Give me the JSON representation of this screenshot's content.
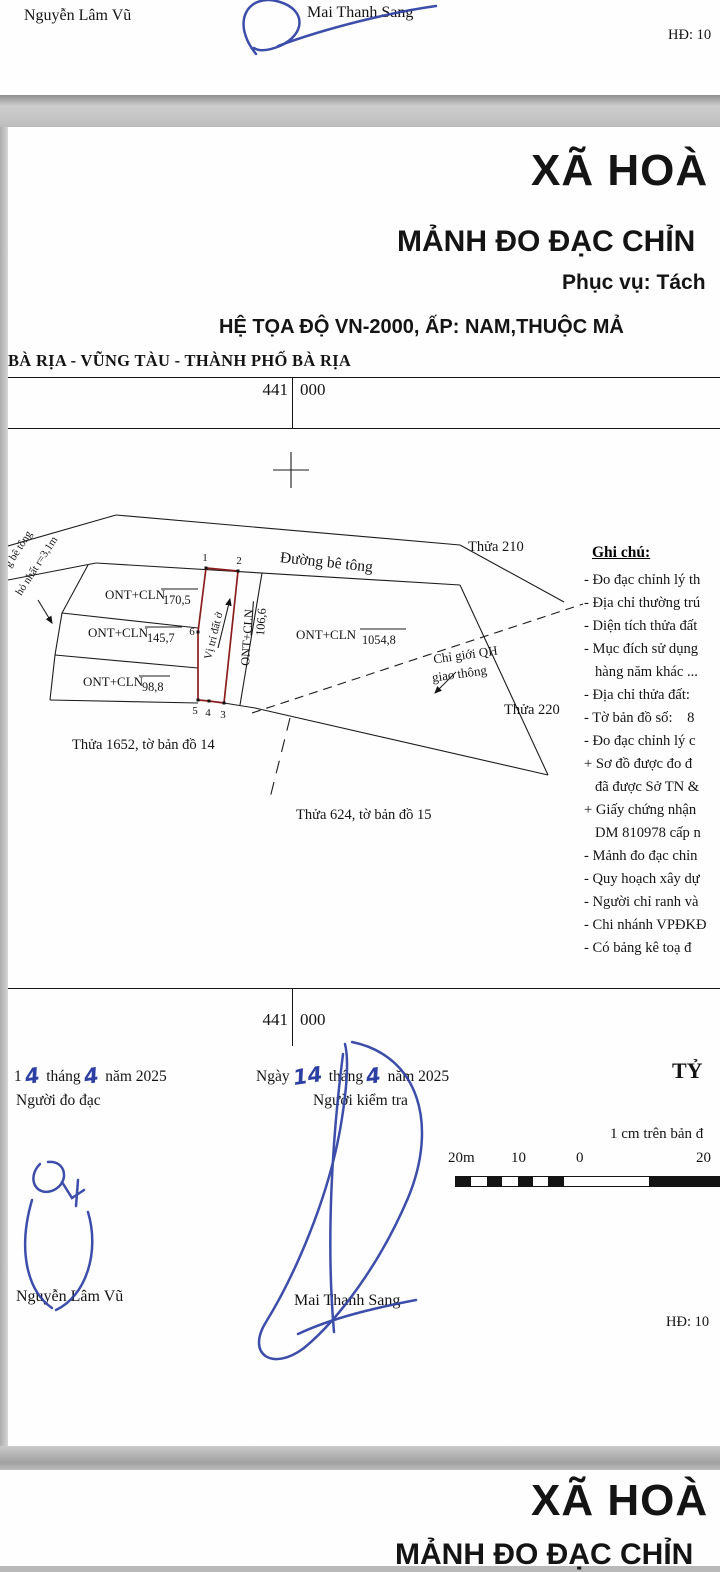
{
  "page1": {
    "name_left": "Nguyễn Lâm Vũ",
    "name_mid": "Mai Thanh Sang",
    "hd": "HĐ: 10"
  },
  "header": {
    "commune": "XÃ HOÀ",
    "title": "MẢNH ĐO ĐẠC CHỈN",
    "purpose": "Phục vụ: Tách",
    "coord_system": "HỆ TỌA ĐỘ VN-2000, ẤP: NAM,THUỘC MẢ",
    "province": "BÀ RỊA - VŨNG TÀU - THÀNH PHỐ BÀ RỊA"
  },
  "grid": {
    "top_left": "441",
    "top_right": "000",
    "bottom_left": "441",
    "bottom_right": "000"
  },
  "map": {
    "road_label": "Đường bê tông",
    "code": "ONT+CLN",
    "area_1": "170,5",
    "area_2": "145,7",
    "area_3": "98,8",
    "area_4": "106,6",
    "area_5": "1054,8",
    "subject_label": "Vị trí đất ở",
    "thua_210": "Thửa 210",
    "thua_220": "Thửa 220",
    "thua_1652": "Thửa 1652, tờ bản đồ 14",
    "thua_624": "Thửa 624, tờ bản đồ 15",
    "qh_line1": "Chỉ giới QH",
    "qh_line2": "giao thông",
    "edge_note1": "g bê tông",
    "edge_note2": "hỏ nhất r=3,1m",
    "v1": "1",
    "v2": "2",
    "v3": "3",
    "v4": "4",
    "v5": "5",
    "v6": "6"
  },
  "notes": {
    "title": "Ghi chú:",
    "items": [
      "- Đo đạc chỉnh lý th",
      "- Địa chỉ thường trú",
      "- Diện tích thửa đất",
      "- Mục đích sử dụng",
      "hàng năm khác ...",
      "- Địa chỉ thửa đất:",
      "- Tờ bản đồ số:    8",
      "- Đo đạc chỉnh lý c",
      "+ Sơ đồ được đo đ",
      "đã được Sở TN &",
      "+ Giấy chứng nhận",
      "DM 810978 cấp n",
      "- Mảnh đo đạc chỉn",
      "- Quy hoạch xây dự",
      "- Người chỉ ranh và",
      "- Chi nhánh VPĐKĐ",
      "- Có bảng kê toạ đ"
    ]
  },
  "sign": {
    "date_left_pre": "1",
    "date_left_hw1": "4",
    "date_left_thang": "tháng",
    "date_left_hw2": "4",
    "date_left_nam": "năm 2025",
    "role_left": "Người đo đạc",
    "date_mid_ngay": "Ngày",
    "date_mid_hw1": "14",
    "date_mid_thang": "tháng",
    "date_mid_hw2": "4",
    "date_mid_nam": "năm 2025",
    "role_mid": "Người kiểm tra",
    "name_left": "Nguyễn Lâm Vũ",
    "name_mid": "Mai Thanh Sang",
    "hd": "HĐ: 10"
  },
  "scale": {
    "title": "TỶ",
    "note": "1 cm trên bản đ",
    "l_20m": "20m",
    "l_10": "10",
    "l_0": "0",
    "l_20": "20"
  },
  "page3": {
    "commune": "XÃ HOÀ",
    "title": "MẢNH ĐO ĐẠC CHỈN"
  }
}
